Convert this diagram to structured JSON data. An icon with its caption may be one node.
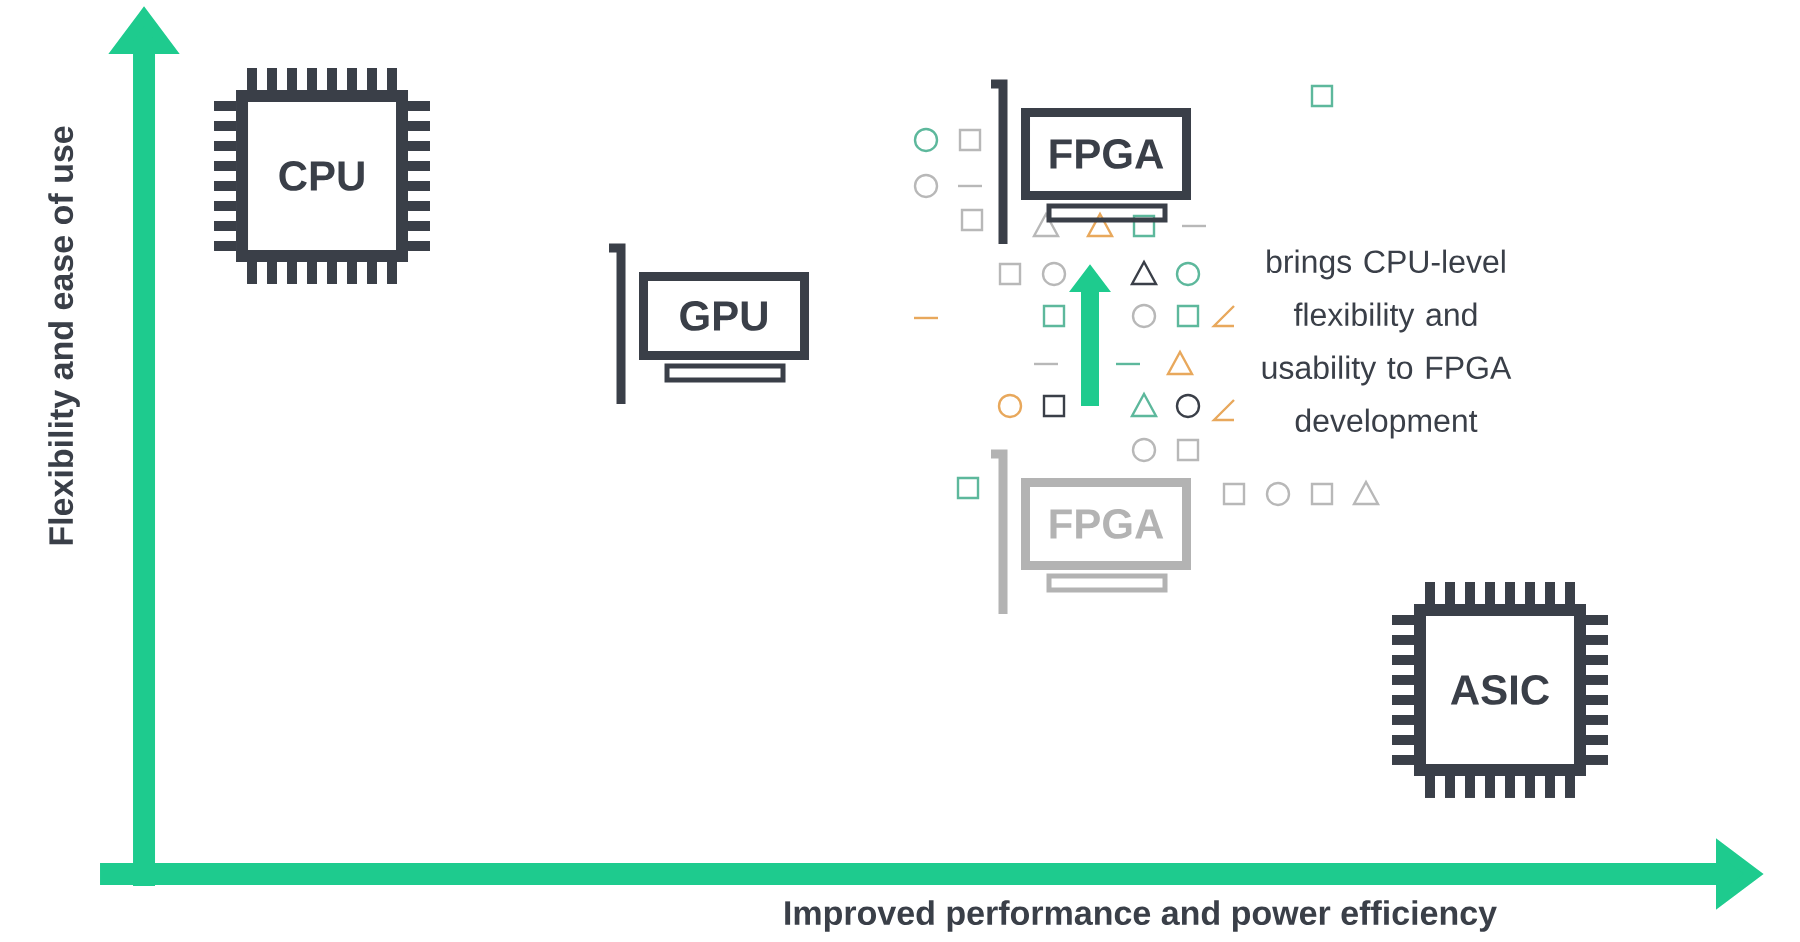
{
  "diagram": {
    "nodes": [
      {
        "text": [
          "CPU"
        ]
      },
      {
        "text": [
          "GPU"
        ]
      },
      {
        "text": [
          "FPGA"
        ]
      },
      {
        "text": [
          "FPGA"
        ]
      },
      {
        "text": [
          "ASIC"
        ]
      }
    ],
    "edges": [
      {
        "from": 3,
        "to": 2,
        "arrow": "to"
      }
    ],
    "labels": [
      "Flexibility and ease of use",
      "Improved performance and power efficiency",
      "brings CPU-level flexibility and usability to FPGA development"
    ]
  }
}
